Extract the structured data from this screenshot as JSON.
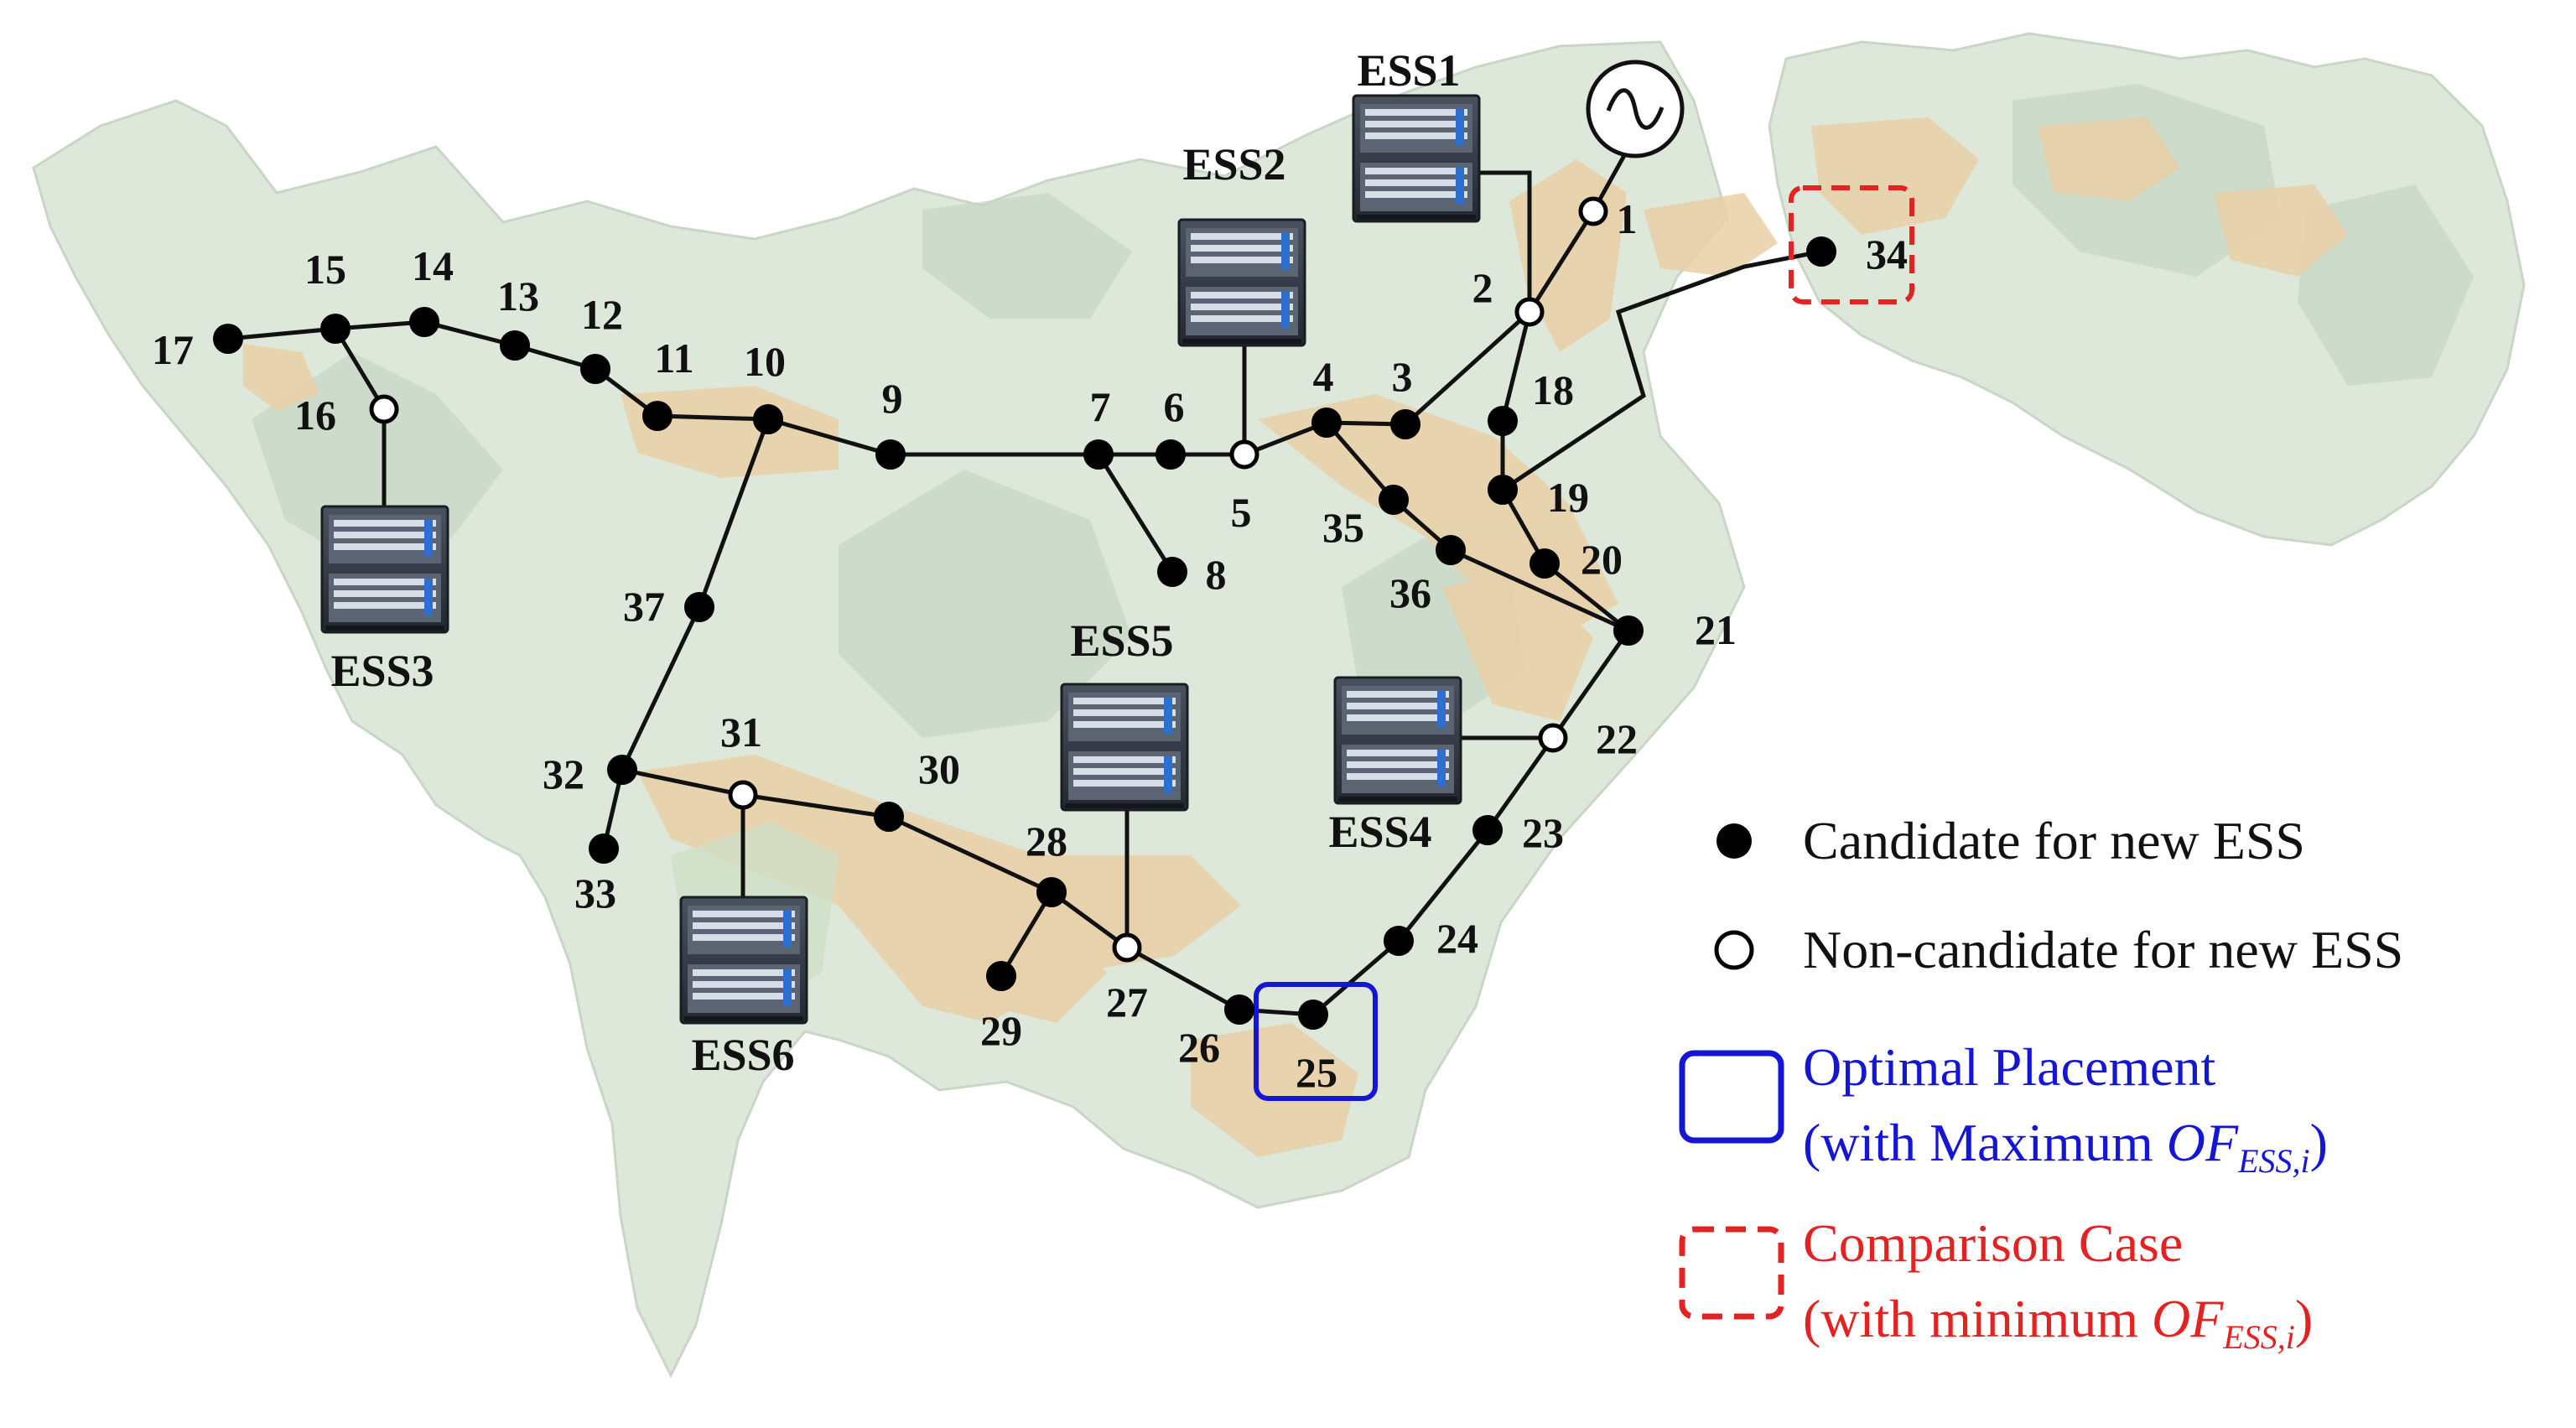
{
  "colors": {
    "line": "#111111",
    "node_fill_candidate": "#000000",
    "node_fill_noncandidate": "#ffffff",
    "terrain_green": "#dfe9dc",
    "terrain_beige": "#e9cfa6",
    "optimal": "#1515d6",
    "comparison": "#e32222"
  },
  "nodes": [
    {
      "id": "1",
      "candidate": false
    },
    {
      "id": "2",
      "candidate": false
    },
    {
      "id": "3",
      "candidate": true
    },
    {
      "id": "4",
      "candidate": true
    },
    {
      "id": "5",
      "candidate": false
    },
    {
      "id": "6",
      "candidate": true
    },
    {
      "id": "7",
      "candidate": true
    },
    {
      "id": "8",
      "candidate": true
    },
    {
      "id": "9",
      "candidate": true
    },
    {
      "id": "10",
      "candidate": true
    },
    {
      "id": "11",
      "candidate": true
    },
    {
      "id": "12",
      "candidate": true
    },
    {
      "id": "13",
      "candidate": true
    },
    {
      "id": "14",
      "candidate": true
    },
    {
      "id": "15",
      "candidate": true
    },
    {
      "id": "16",
      "candidate": false
    },
    {
      "id": "17",
      "candidate": true
    },
    {
      "id": "18",
      "candidate": true
    },
    {
      "id": "19",
      "candidate": true
    },
    {
      "id": "20",
      "candidate": true
    },
    {
      "id": "21",
      "candidate": true
    },
    {
      "id": "22",
      "candidate": false
    },
    {
      "id": "23",
      "candidate": true
    },
    {
      "id": "24",
      "candidate": true
    },
    {
      "id": "25",
      "candidate": true
    },
    {
      "id": "26",
      "candidate": true
    },
    {
      "id": "27",
      "candidate": false
    },
    {
      "id": "28",
      "candidate": true
    },
    {
      "id": "29",
      "candidate": true
    },
    {
      "id": "30",
      "candidate": true
    },
    {
      "id": "31",
      "candidate": false
    },
    {
      "id": "32",
      "candidate": true
    },
    {
      "id": "33",
      "candidate": true
    },
    {
      "id": "34",
      "candidate": true
    },
    {
      "id": "35",
      "candidate": true
    },
    {
      "id": "36",
      "candidate": true
    },
    {
      "id": "37",
      "candidate": true
    }
  ],
  "edges": [
    [
      "1",
      "2"
    ],
    [
      "2",
      "3"
    ],
    [
      "3",
      "4"
    ],
    [
      "4",
      "5"
    ],
    [
      "5",
      "6"
    ],
    [
      "6",
      "7"
    ],
    [
      "7",
      "9"
    ],
    [
      "9",
      "10"
    ],
    [
      "10",
      "11"
    ],
    [
      "11",
      "12"
    ],
    [
      "12",
      "13"
    ],
    [
      "13",
      "14"
    ],
    [
      "14",
      "15"
    ],
    [
      "15",
      "17"
    ],
    [
      "15",
      "16"
    ],
    [
      "7",
      "8"
    ],
    [
      "4",
      "35"
    ],
    [
      "35",
      "36"
    ],
    [
      "36",
      "21"
    ],
    [
      "2",
      "18"
    ],
    [
      "18",
      "19"
    ],
    [
      "19",
      "20"
    ],
    [
      "20",
      "21"
    ],
    [
      "21",
      "22"
    ],
    [
      "22",
      "23"
    ],
    [
      "23",
      "24"
    ],
    [
      "24",
      "25"
    ],
    [
      "25",
      "26"
    ],
    [
      "26",
      "27"
    ],
    [
      "27",
      "28"
    ],
    [
      "28",
      "29"
    ],
    [
      "28",
      "30"
    ],
    [
      "30",
      "31"
    ],
    [
      "31",
      "32"
    ],
    [
      "32",
      "33"
    ],
    [
      "32",
      "37"
    ],
    [
      "37",
      "10"
    ]
  ],
  "ess_units": [
    {
      "id": "ESS1",
      "label": "ESS1",
      "node": "2"
    },
    {
      "id": "ESS2",
      "label": "ESS2",
      "node": "5"
    },
    {
      "id": "ESS3",
      "label": "ESS3",
      "node": "16"
    },
    {
      "id": "ESS4",
      "label": "ESS4",
      "node": "22"
    },
    {
      "id": "ESS5",
      "label": "ESS5",
      "node": "27"
    },
    {
      "id": "ESS6",
      "label": "ESS6",
      "node": "31"
    }
  ],
  "generator": {
    "node": "1",
    "icon": "ac-source-icon"
  },
  "highlights": {
    "optimal_node": "25",
    "comparison_node": "34"
  },
  "legend": {
    "candidate": "Candidate for new ESS",
    "noncandidate": "Non-candidate for new ESS",
    "optimal_line1": "Optimal Placement",
    "optimal_line2_prefix": "(with Maximum ",
    "minimum_line1": "Comparison Case",
    "minimum_line2_prefix": "(with minimum ",
    "of_symbol": "OF",
    "of_subscript": "ESS,i",
    "close_paren": ")"
  }
}
